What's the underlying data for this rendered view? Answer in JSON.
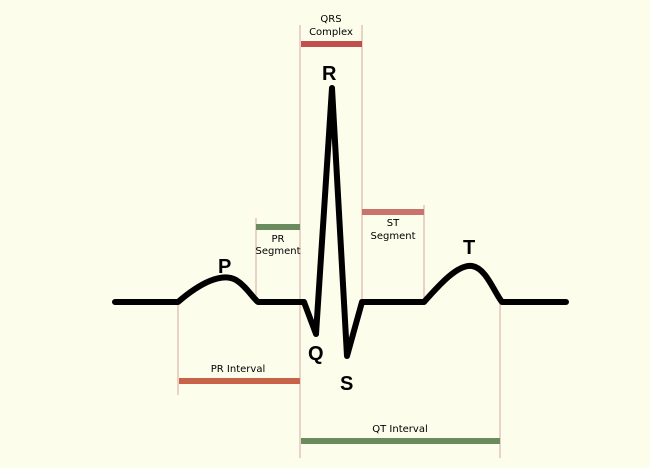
{
  "colors": {
    "background": "#fdfdec",
    "trace": "#000000",
    "red_bar": "#c0504d",
    "green_bar": "#6b8a5e",
    "pink_bar": "#c8736b"
  },
  "waves": {
    "p": "P",
    "q": "Q",
    "r": "R",
    "s": "S",
    "t": "T"
  },
  "labels": {
    "qrs_complex_1": "QRS",
    "qrs_complex_2": "Complex",
    "pr_segment_1": "PR",
    "pr_segment_2": "Segment",
    "st_segment_1": "ST",
    "st_segment_2": "Segment",
    "pr_interval": "PR Interval",
    "qt_interval": "QT Interval"
  }
}
